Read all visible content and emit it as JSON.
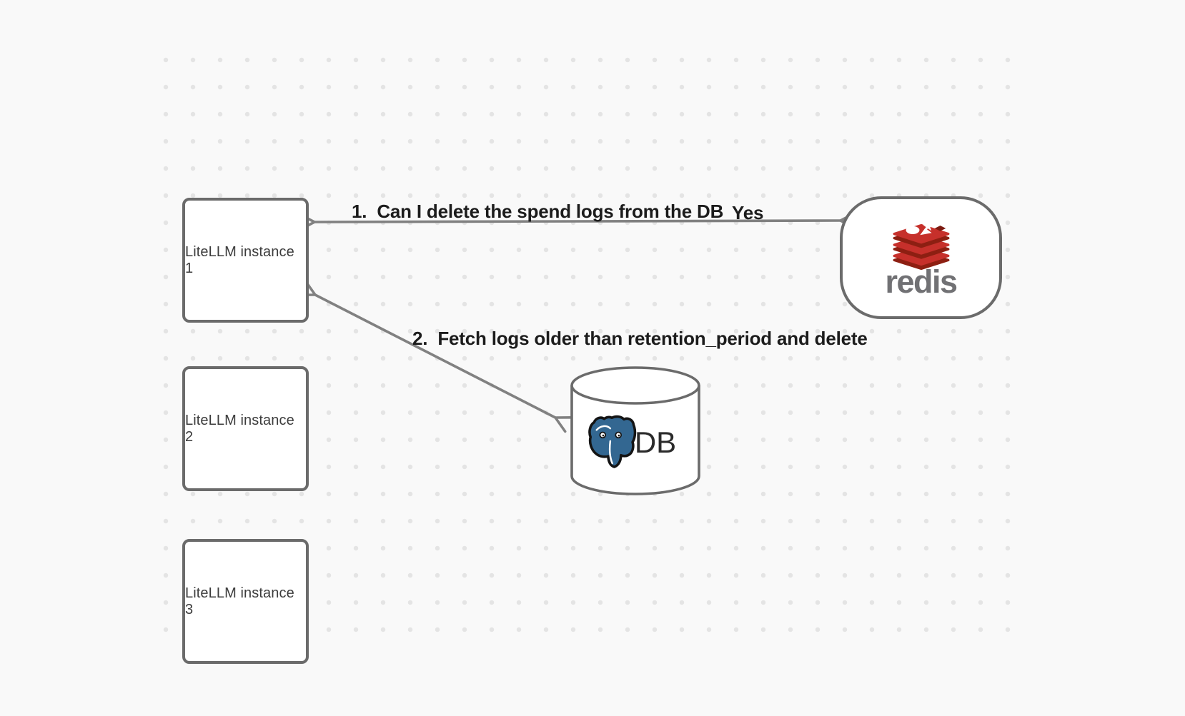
{
  "diagram": {
    "nodes": {
      "litellm1": {
        "label": "LiteLLM instance 1"
      },
      "litellm2": {
        "label": "LiteLLM instance 2"
      },
      "litellm3": {
        "label": "LiteLLM instance 3"
      },
      "redis": {
        "wordmark": "redis"
      },
      "db": {
        "label": "DB"
      }
    },
    "edges": {
      "edge1": {
        "label": "1.  Can I delete the spend logs from the DB",
        "response": "Yes"
      },
      "edge2": {
        "label": "2.  Fetch logs older than retention_period and delete"
      }
    },
    "icons": {
      "redis_logo": "redis-stack-logo",
      "postgres_logo": "postgresql-elephant-logo"
    },
    "colors": {
      "background": "#f9f9f9",
      "grid_dot": "#e4e4e4",
      "node_border": "#6b6b6b",
      "arrow": "#818181",
      "edge_label_text": "#1c1c1c",
      "node_label_text": "#3c3c3c",
      "redis_red": "#c6302b",
      "redis_dark_red": "#8d1f12",
      "redis_gray": "#717174",
      "postgres_blue": "#336791",
      "db_text": "#2b2b2b"
    }
  }
}
